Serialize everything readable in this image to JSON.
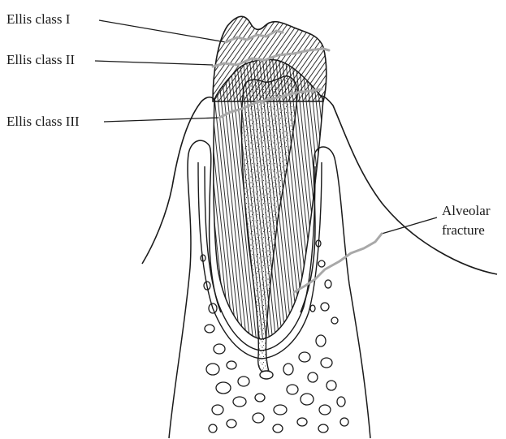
{
  "labels": {
    "class1": "Ellis class I",
    "class2": "Ellis class II",
    "class3": "Ellis class III",
    "alveolar_line1": "Alveolar",
    "alveolar_line2": "fracture"
  },
  "colors": {
    "ink": "#1a1a1a",
    "fracture": "#a8a8a8",
    "background": "#ffffff"
  }
}
